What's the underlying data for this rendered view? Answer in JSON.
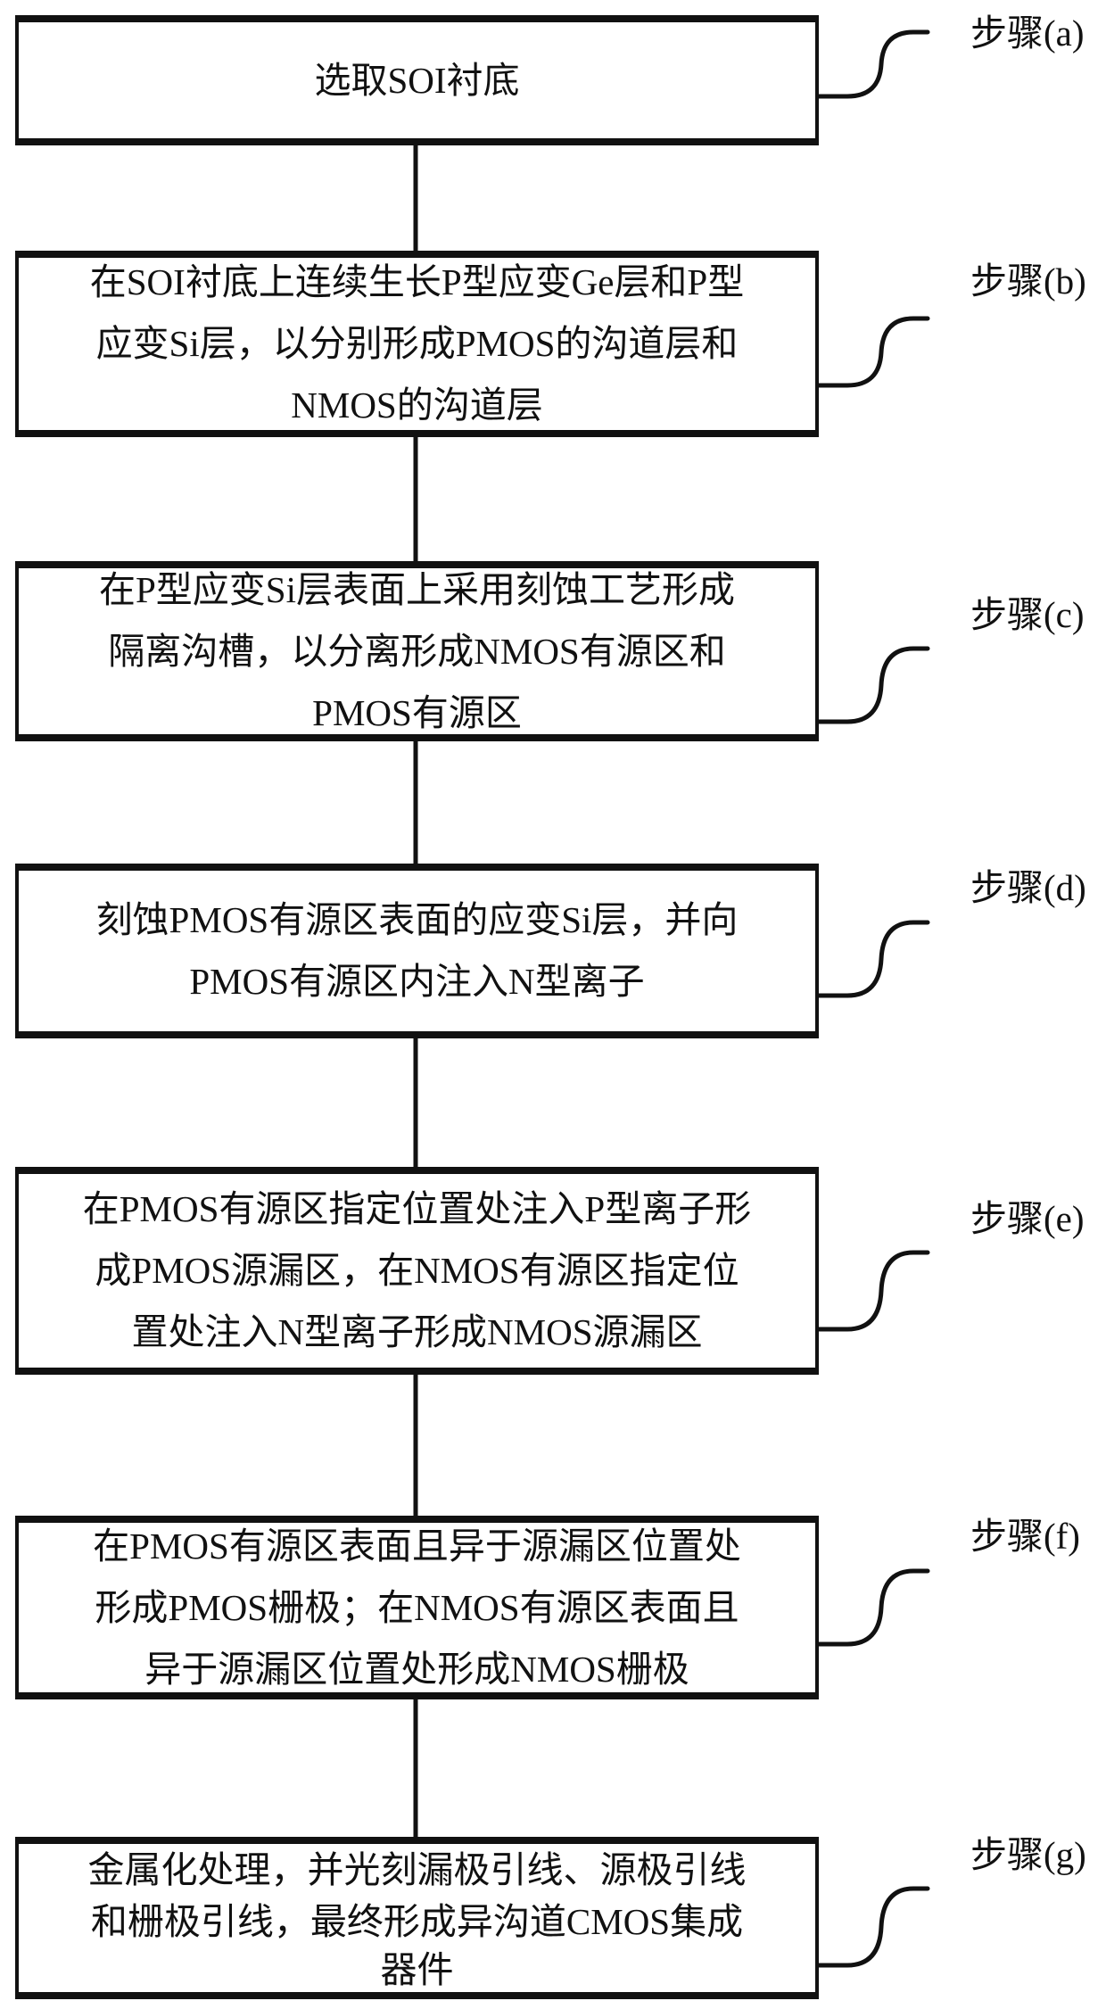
{
  "steps": [
    {
      "label": "步骤(a)",
      "lines": [
        "选取SOI衬底"
      ]
    },
    {
      "label": "步骤(b)",
      "lines": [
        "在SOI衬底上连续生长P型应变Ge层和P型",
        "应变Si层，以分别形成PMOS的沟道层和",
        "NMOS的沟道层"
      ]
    },
    {
      "label": "步骤(c)",
      "lines": [
        "在P型应变Si层表面上采用刻蚀工艺形成",
        "隔离沟槽，以分离形成NMOS有源区和",
        "PMOS有源区"
      ]
    },
    {
      "label": "步骤(d)",
      "lines": [
        "刻蚀PMOS有源区表面的应变Si层，并向",
        "PMOS有源区内注入N型离子"
      ]
    },
    {
      "label": "步骤(e)",
      "lines": [
        "在PMOS有源区指定位置处注入P型离子形",
        "成PMOS源漏区，在NMOS有源区指定位",
        "置处注入N型离子形成NMOS源漏区"
      ]
    },
    {
      "label": "步骤(f)",
      "lines": [
        "在PMOS有源区表面且异于源漏区位置处",
        "形成PMOS栅极；在NMOS有源区表面且",
        "异于源漏区位置处形成NMOS栅极"
      ]
    },
    {
      "label": "步骤(g)",
      "lines": [
        "金属化处理，并光刻漏极引线、源极引线",
        "和栅极引线，最终形成异沟道CMOS集成",
        "器件"
      ]
    }
  ]
}
